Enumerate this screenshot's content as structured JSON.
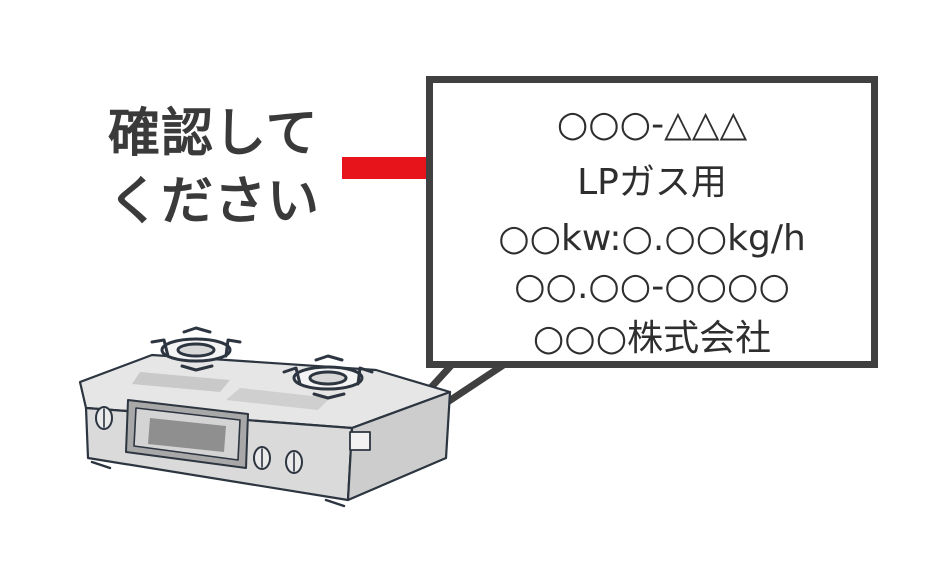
{
  "heading": {
    "line1": "確認して",
    "line2": "ください"
  },
  "label": {
    "lines": [
      "○○○-△△△",
      "LPガス用",
      "○○kw:○.○○kg/h",
      "○○.○○-○○○○",
      "○○○株式会社"
    ]
  },
  "colors": {
    "arrow": "#e8141b",
    "box_border": "#404040",
    "text": "#3a3a3a"
  },
  "icons": {
    "arrow": "right-arrow-icon",
    "stove": "gas-stove-icon"
  }
}
